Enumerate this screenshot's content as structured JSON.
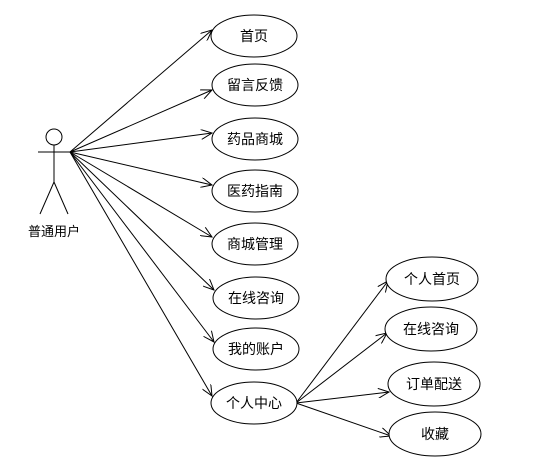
{
  "actor": {
    "label": "普通用户"
  },
  "use_cases": [
    {
      "id": "home",
      "label": "首页"
    },
    {
      "id": "feedback",
      "label": "留言反馈"
    },
    {
      "id": "drug-mall",
      "label": "药品商城"
    },
    {
      "id": "med-guide",
      "label": "医药指南"
    },
    {
      "id": "mall-manage",
      "label": "商城管理"
    },
    {
      "id": "online-consult",
      "label": "在线咨询"
    },
    {
      "id": "my-account",
      "label": "我的账户"
    },
    {
      "id": "personal-center",
      "label": "个人中心"
    }
  ],
  "sub_use_cases": [
    {
      "id": "personal-home",
      "label": "个人首页"
    },
    {
      "id": "sub-online-consult",
      "label": "在线咨询"
    },
    {
      "id": "order-delivery",
      "label": "订单配送"
    },
    {
      "id": "favorites",
      "label": "收藏"
    }
  ],
  "colors": {
    "stroke": "#000000",
    "fill": "#ffffff"
  }
}
